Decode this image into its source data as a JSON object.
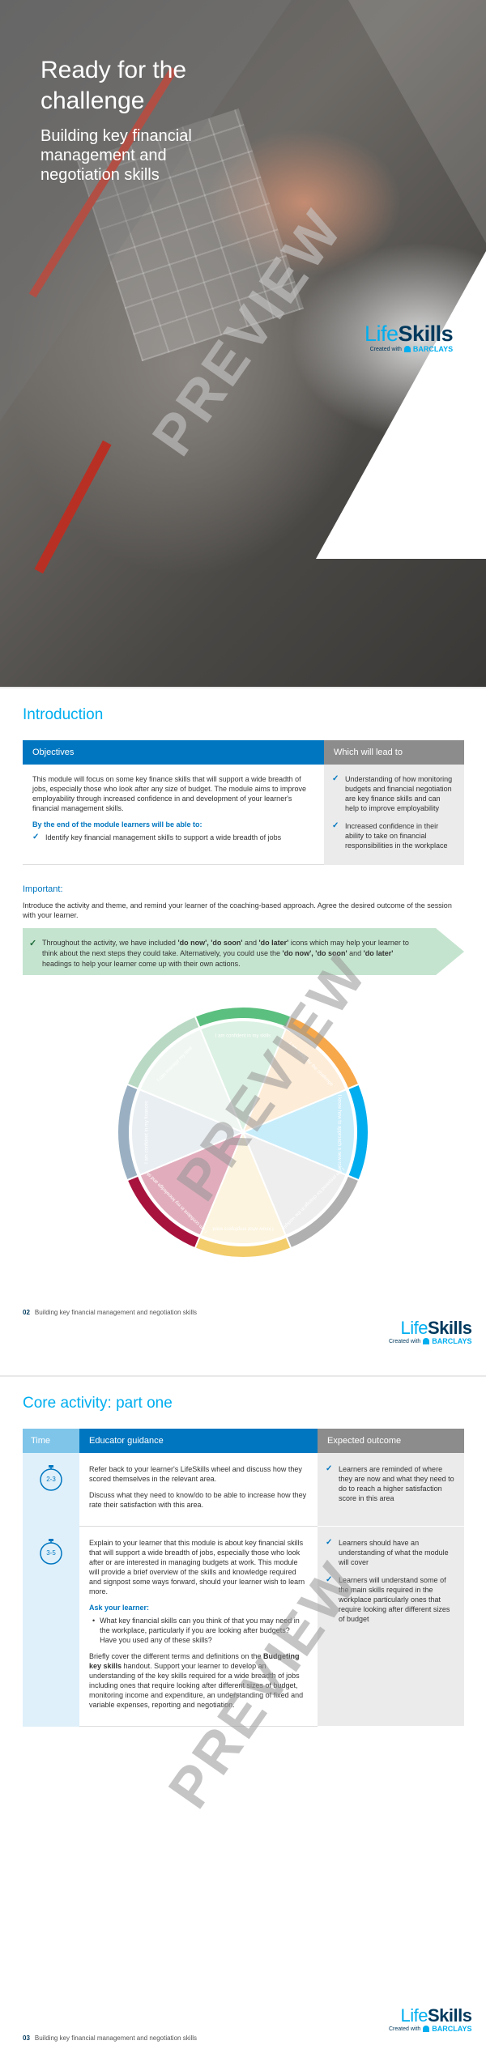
{
  "cover": {
    "title": "Ready for the challenge",
    "subtitle": "Building key financial management and negotiation skills",
    "watermark": "PREVIEW"
  },
  "logo": {
    "life": "Life",
    "skills": "Skills",
    "created_with": "Created with",
    "barclays": "BARCLAYS"
  },
  "intro": {
    "heading": "Introduction",
    "objectives_header": "Objectives",
    "lead_header": "Which will lead to",
    "objectives_text": "This module will focus on some key finance skills that will support a wide breadth of jobs, especially those who look after any size of budget. The module aims to improve employability through increased confidence in and development of your learner's financial management skills.",
    "by_end": "By the end of the module learners will be able to:",
    "objective_bullet": "Identify key financial management skills to support a wide breadth of jobs",
    "lead_items": [
      "Understanding of how monitoring budgets and financial negotiation are key finance skills and can help to improve employability",
      "Increased confidence in their ability to take on financial responsibilities in the workplace"
    ],
    "important_title": "Important:",
    "important_text": "Introduce the activity and theme, and remind your learner of the coaching-based approach. Agree the desired outcome of the session with your learner.",
    "arrow_text_1": "Throughout the activity, we have included ",
    "arrow_bold_1": "'do now', 'do soon'",
    "arrow_text_2": " and ",
    "arrow_bold_2": "'do later'",
    "arrow_text_3": " icons which may help your learner to think about the next steps they could take. Alternatively, you could use the ",
    "arrow_bold_3": "'do now', 'do soon'",
    "arrow_text_4": " and ",
    "arrow_bold_4": "'do later'",
    "arrow_text_5": " headings to help your learner come up with their own actions.",
    "watermark": "PREVIEW"
  },
  "wheel": {
    "segments": [
      {
        "label": "I am confident in my skills",
        "color": "#5bbf7f"
      },
      {
        "label": "I am ready for the challenge",
        "color": "#f7a84b"
      },
      {
        "label": "I know how to approach a new role",
        "color": "#00aeef"
      },
      {
        "label": "I am prepared for change in the workplace",
        "color": "#b0b0b0"
      },
      {
        "label": "I know what employers want",
        "color": "#f3cd6b"
      },
      {
        "label": "I am confident in my knowledge and skills",
        "color": "#a8133e"
      },
      {
        "label": "I am confident in my finances",
        "color": "#9ab0c2"
      },
      {
        "label": "I can manage my time",
        "color": "#b9d9c4"
      }
    ]
  },
  "footer2": {
    "page": "02",
    "text": "Building key financial management and negotiation skills"
  },
  "core": {
    "heading": "Core activity: part one",
    "time_header": "Time",
    "guidance_header": "Educator guidance",
    "outcome_header": "Expected outcome",
    "rows": [
      {
        "time": "2-3",
        "para1": "Refer back to your learner's LifeSkills wheel and discuss how they scored themselves in the relevant area.",
        "para2": "Discuss what they need to know/do to be able to increase how they rate their satisfaction with this area.",
        "outcomes": [
          "Learners are reminded of where they are now and what they need to do to reach a higher satisfaction score in this area"
        ]
      },
      {
        "time": "3-5",
        "para1": "Explain to your learner that this module is about key financial skills that will support a wide breadth of jobs, especially those who look after or are interested in managing budgets at work. This module will provide a brief overview of the skills and knowledge required and signpost some ways forward, should your learner wish to learn more.",
        "ask": "Ask your learner:",
        "ask_bullet": "What key financial skills can you think of that you may need in the workplace, particularly if you are looking after budgets? Have you used any of these skills?",
        "para3a": "Briefly cover the different terms and definitions on the ",
        "para3b": "Budgeting key skills",
        "para3c": " handout. Support your learner to develop an understanding of the key skills required for a wide breadth of jobs including ones that require looking after different sizes of budget, monitoring income and expenditure, an understanding of fixed and variable expenses, reporting and negotiation.",
        "outcomes": [
          "Learners should have an understanding of what the module will cover",
          "Learners will understand some of the main skills required in the workplace particularly ones that require looking after different sizes of budget"
        ]
      }
    ],
    "watermark": "PREVIEW"
  },
  "footer3": {
    "page": "03",
    "text": "Building key financial management and negotiation skills"
  }
}
